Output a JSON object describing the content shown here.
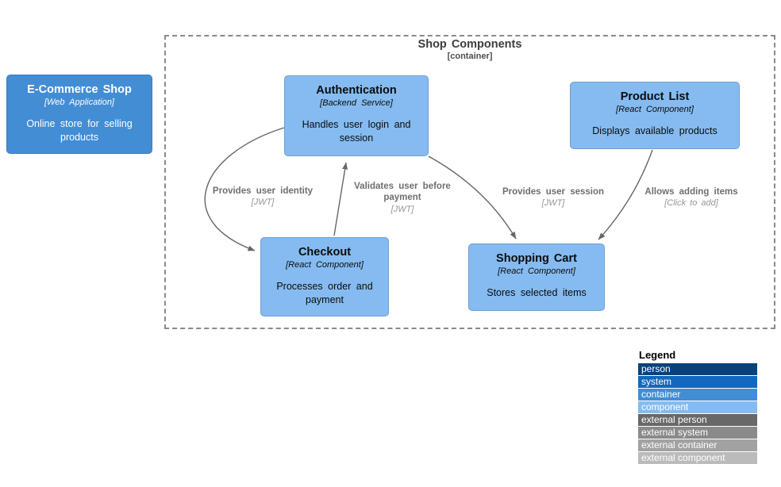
{
  "diagram": {
    "external_node": {
      "title": "E-Commerce Shop",
      "subtitle": "[Web Application]",
      "description": "Online store for selling products"
    },
    "boundary": {
      "title": "Shop Components",
      "subtitle": "[container]"
    },
    "nodes": [
      {
        "title": "Authentication",
        "subtitle": "[Backend Service]",
        "description": "Handles user login and session"
      },
      {
        "title": "Product List",
        "subtitle": "[React Component]",
        "description": "Displays available products"
      },
      {
        "title": "Checkout",
        "subtitle": "[React Component]",
        "description": "Processes order and payment"
      },
      {
        "title": "Shopping Cart",
        "subtitle": "[React Component]",
        "description": "Stores selected items"
      }
    ],
    "edges": [
      {
        "from": "Authentication",
        "to": "Checkout",
        "label": "Provides user identity",
        "sublabel": "[JWT]"
      },
      {
        "from": "Checkout",
        "to": "Authentication",
        "label": "Validates user before payment",
        "sublabel": "[JWT]"
      },
      {
        "from": "Authentication",
        "to": "Shopping Cart",
        "label": "Provides user session",
        "sublabel": "[JWT]"
      },
      {
        "from": "Product List",
        "to": "Shopping Cart",
        "label": "Allows adding items",
        "sublabel": "[Click to add]"
      }
    ]
  },
  "legend": {
    "title": "Legend",
    "items": [
      {
        "label": "person",
        "color": "#08427B"
      },
      {
        "label": "system",
        "color": "#1168BD"
      },
      {
        "label": "container",
        "color": "#438DD5"
      },
      {
        "label": "component",
        "color": "#85BBF0"
      },
      {
        "label": "external person",
        "color": "#686868"
      },
      {
        "label": "external system",
        "color": "#8A8A8A"
      },
      {
        "label": "external container",
        "color": "#A2A2A2"
      },
      {
        "label": "external component",
        "color": "#BBBBBB"
      }
    ]
  },
  "colors": {
    "container_fill": "#438DD5",
    "component_fill": "#85BBF0",
    "arrow": "#666666",
    "boundary_border": "#8A8A8A"
  }
}
